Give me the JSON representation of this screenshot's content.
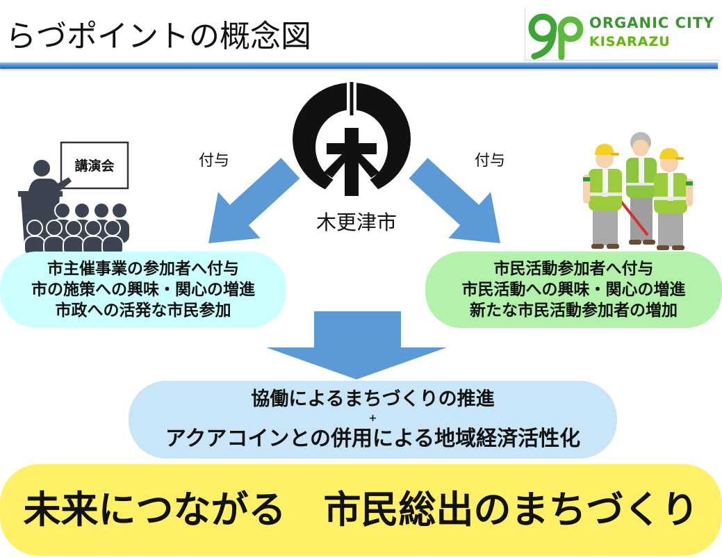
{
  "title": "らづポイントの概念図",
  "logo": {
    "line1": "ORGANIC CITY",
    "line2": "KISARAZU",
    "icon": "organic-city-logo-mark-icon"
  },
  "center": {
    "city_label": "木更津市",
    "icon": "kisarazu-city-emblem-icon"
  },
  "left": {
    "grant_label": "付与",
    "sign_label": "講演会",
    "illustration": "lecture-audience-icon",
    "box_lines": [
      "市主催事業の参加者へ付与",
      "市の施策への興味・関心の増進",
      "市政への活発な市民参加"
    ]
  },
  "right": {
    "grant_label": "付与",
    "illustration": "volunteers-icon",
    "box_lines": [
      "市民活動参加者へ付与",
      "市民活動への興味・関心の増進",
      "新たな市民活動参加者の増加"
    ]
  },
  "result": {
    "line1": "協働によるまちづくりの推進",
    "plus": "+",
    "line2": "アクアコインとの併用による地域経済活性化"
  },
  "slogan": "未来につながる　市民総出のまちづくり",
  "colors": {
    "arrow": "#5b9ad6",
    "left_box": "#ccffff",
    "right_box": "#b2f2aa",
    "center_box": "#c9e5f8",
    "slogan_box": "#fff066",
    "logo_green": "#3da535"
  }
}
